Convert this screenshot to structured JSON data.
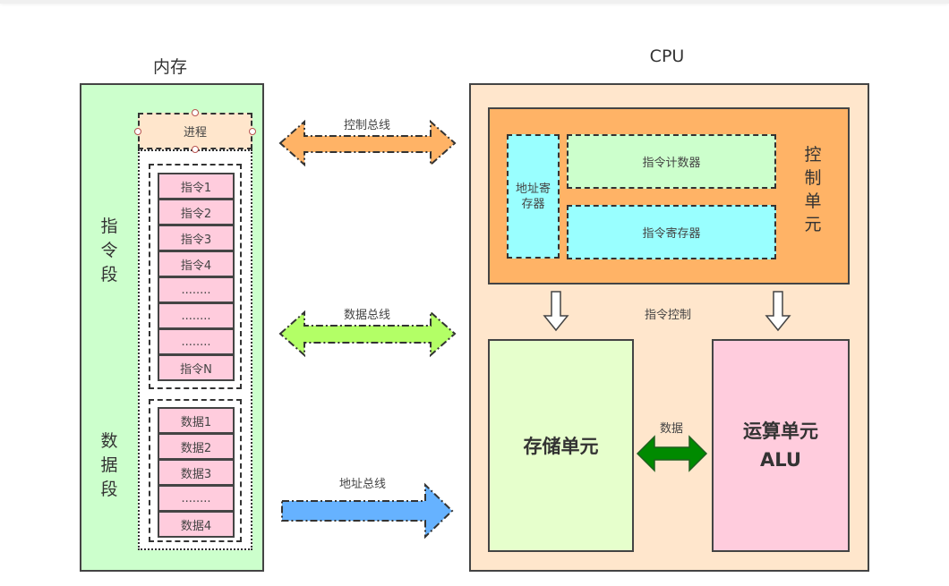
{
  "memory": {
    "title": "内存",
    "instruction_segment_label": [
      "指",
      "令",
      "段"
    ],
    "data_segment_label": [
      "数",
      "据",
      "段"
    ],
    "process_label": "进程",
    "instructions": [
      "指令1",
      "指令2",
      "指令3",
      "指令4",
      "........",
      "........",
      "........",
      "指令N"
    ],
    "data": [
      "数据1",
      "数据2",
      "数据3",
      "........",
      "数据4"
    ]
  },
  "buses": {
    "control": "控制总线",
    "data": "数据总线",
    "address": "地址总线"
  },
  "cpu": {
    "title": "CPU",
    "control_unit_label": [
      "控",
      "制",
      "单",
      "元"
    ],
    "address_register": "地址寄存器",
    "program_counter": "指令计数器",
    "instruction_register": "指令寄存器",
    "instruction_control": "指令控制",
    "storage_unit": "存储单元",
    "alu_line1": "运算单元",
    "alu_line2": "ALU",
    "data_label": "数据"
  },
  "colors": {
    "memory_bg": "#ccffcc",
    "cpu_bg": "#ffe6cc",
    "control_unit": "#ffb366",
    "control_bus": "#ffb366",
    "data_bus": "#b3ff66",
    "address_bus": "#66b2ff",
    "data_arrow": "#008a00"
  }
}
